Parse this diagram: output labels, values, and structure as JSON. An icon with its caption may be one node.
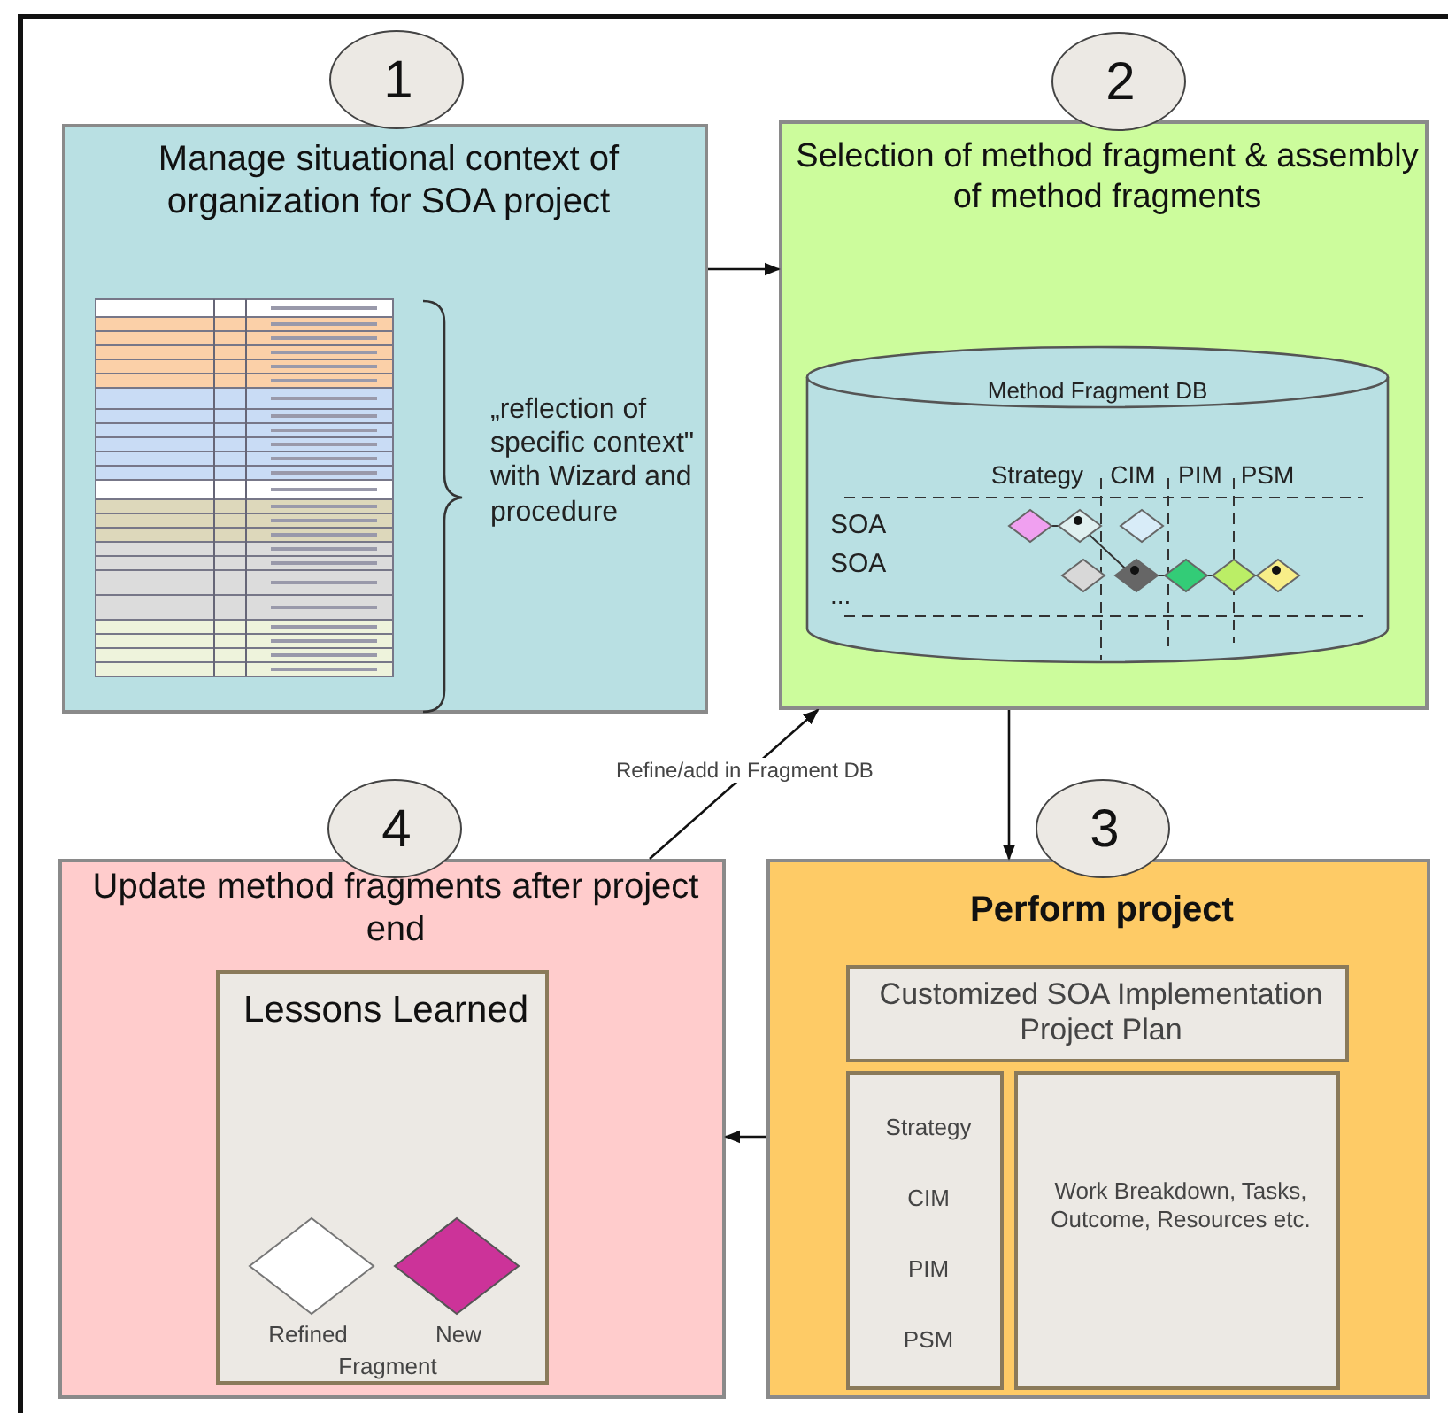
{
  "diagram": {
    "nodes": [
      {
        "text": [
          "1"
        ]
      },
      {
        "text": [
          "Manage situational context of organization for SOA project",
          "„reflection of specific context\" with Wizard and procedure"
        ]
      },
      {
        "text": [
          "2"
        ]
      },
      {
        "text": [
          "Selection of method fragment & assembly of method fragments"
        ]
      },
      {
        "text": [
          "Method Fragment DB",
          "Strategy",
          "CIM",
          "PIM",
          "PSM",
          "SOA",
          "SOA",
          "..."
        ],
        "in": 3
      },
      {
        "text": [
          "4"
        ]
      },
      {
        "text": [
          "Update method fragments after project end"
        ]
      },
      {
        "text": [
          "Lessons Learned",
          "Refined",
          "New",
          "Fragment"
        ],
        "in": 6
      },
      {
        "text": [
          "3"
        ]
      },
      {
        "text": [
          "Perform project"
        ]
      },
      {
        "text": [
          "Customized SOA Implementation Project Plan"
        ],
        "in": 9
      },
      {
        "text": [
          "Strategy",
          "CIM",
          "PIM",
          "PSM"
        ],
        "in": 9
      },
      {
        "text": [
          "Work Breakdown, Tasks, Outcome, Resources etc."
        ],
        "in": 9
      }
    ],
    "edges": [
      {
        "from": 1,
        "to": 3,
        "arrow": "to"
      },
      {
        "from": 3,
        "to": 9,
        "arrow": "to"
      },
      {
        "from": 9,
        "to": 6,
        "arrow": "to"
      },
      {
        "from": 6,
        "to": 3,
        "arrow": "to",
        "label": "Refine/add in Fragment DB"
      }
    ]
  }
}
